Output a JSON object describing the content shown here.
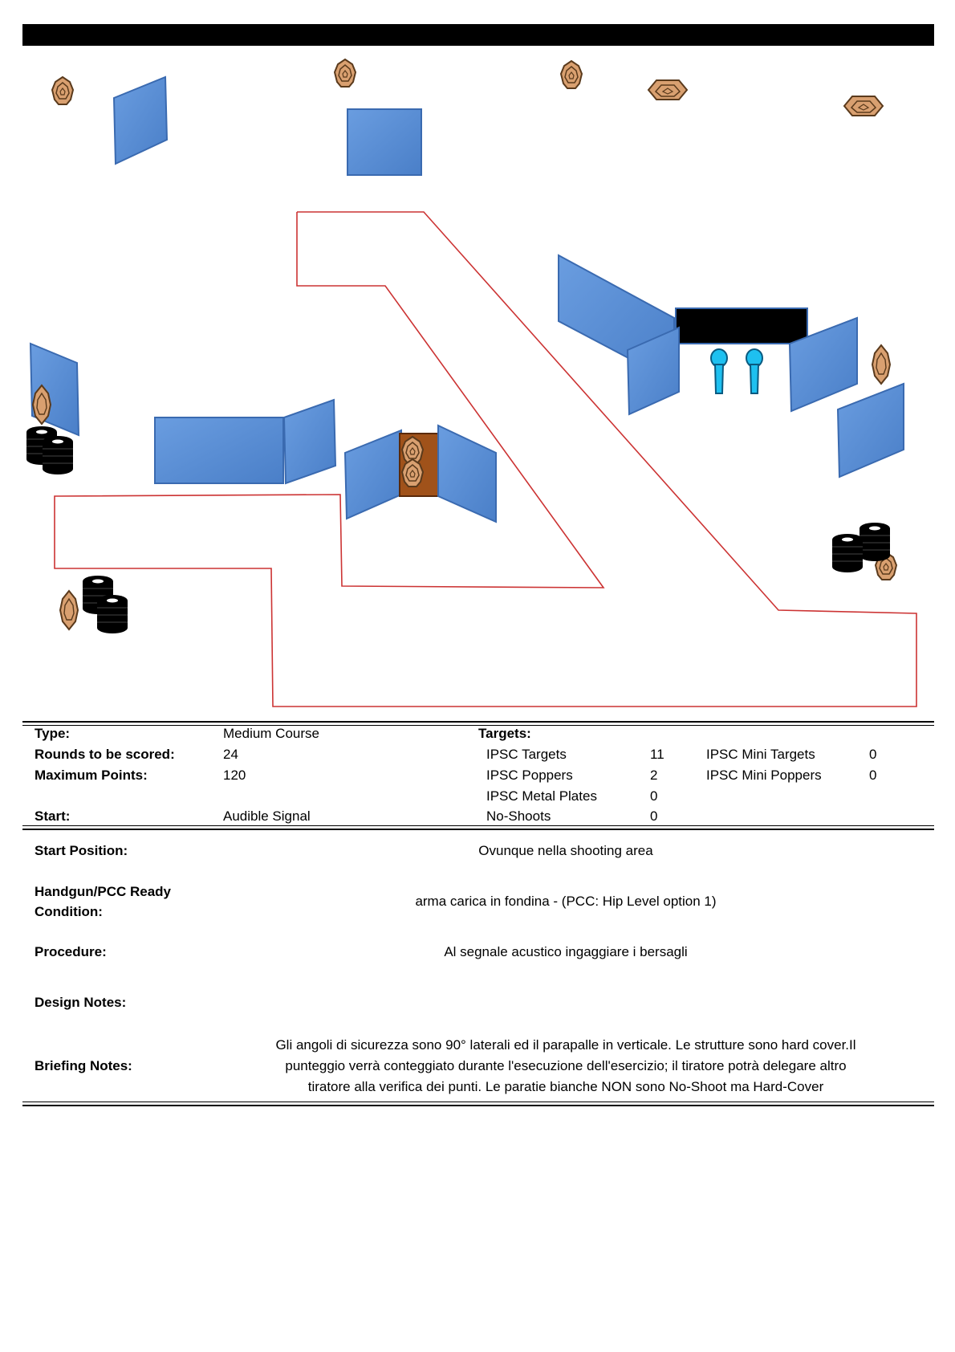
{
  "stage_info": {
    "type_label": "Type:",
    "type_value": "Medium Course",
    "rounds_label": "Rounds to be scored:",
    "rounds_value": "24",
    "maxpoints_label": "Maximum Points:",
    "maxpoints_value": "120",
    "start_label": "Start:",
    "start_value": "Audible Signal",
    "targets_label": "Targets:",
    "targets": [
      {
        "name": "IPSC Targets",
        "count": "11"
      },
      {
        "name": "IPSC Poppers",
        "count": "2"
      },
      {
        "name": "IPSC Metal Plates",
        "count": "0"
      },
      {
        "name": "No-Shoots",
        "count": "0"
      }
    ],
    "mini_targets": [
      {
        "name": "IPSC Mini Targets",
        "count": "0"
      },
      {
        "name": "IPSC Mini Poppers",
        "count": "0"
      }
    ]
  },
  "details": {
    "start_position_label": "Start Position:",
    "start_position_value": "Ovunque nella shooting area",
    "ready_label_1": "Handgun/PCC Ready",
    "ready_label_2": "Condition:",
    "ready_value": "arma carica in fondina - (PCC: Hip Level option 1)",
    "procedure_label": "Procedure:",
    "procedure_value": "Al segnale acustico ingaggiare i bersagli",
    "design_label": "Design Notes:",
    "design_value": "",
    "briefing_label": "Briefing Notes:",
    "briefing_lines": [
      "Gli angoli di sicurezza sono 90° laterali ed il parapalle in verticale. Le strutture sono hard cover.Il",
      "punteggio verrà conteggiato durante l'esecuzione dell'esercizio; il tiratore potrà delegare altro",
      "tiratore alla verifica  dei punti. Le paratie bianche NON sono No-Shoot ma Hard-Cover"
    ]
  },
  "colors": {
    "wall_blue": "#5b8fd4",
    "wall_dark": "#2f5ea0",
    "target_tan": "#d9a070",
    "fault_line_red": "#cc3333",
    "popper_cyan": "#1ec0f0",
    "door_brown": "#a0521a"
  },
  "icons": [
    "ipsc-target-icon",
    "popper-icon",
    "tire-stack-icon",
    "wall-panel-icon",
    "fault-line"
  ]
}
